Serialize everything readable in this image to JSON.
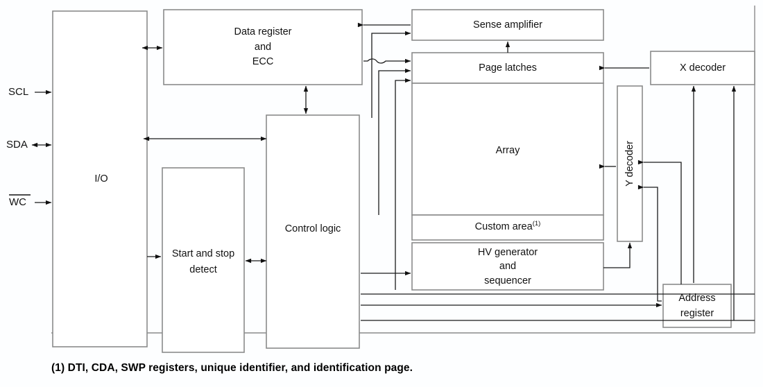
{
  "figure": {
    "type": "block-diagram",
    "title": "Memory device block diagram",
    "caption": "(1) DTI, CDA, SWP registers, unique identifier, and identification page.",
    "footnote_marker": "(1)",
    "colors": {
      "box_border": "#8a8a8a",
      "line": "#1a1a1a",
      "box_fill": "#ffffff",
      "background": "#fdfeff",
      "text": "#111111"
    }
  },
  "signals": [
    {
      "id": "scl",
      "label": "SCL",
      "overline": false,
      "direction": "in"
    },
    {
      "id": "sda",
      "label": "SDA",
      "overline": false,
      "direction": "bidirectional"
    },
    {
      "id": "wc",
      "label": "WC",
      "overline": true,
      "direction": "in"
    }
  ],
  "blocks": {
    "io": {
      "label": "I/O"
    },
    "data_register": {
      "line1": "Data register",
      "line2": "and",
      "line3": "ECC"
    },
    "start_stop": {
      "line1": "Start and stop",
      "line2": "detect"
    },
    "control_logic": {
      "label": "Control logic"
    },
    "sense_amplifier": {
      "label": "Sense amplifier"
    },
    "page_latches": {
      "label": "Page latches"
    },
    "array": {
      "label": "Array"
    },
    "custom_area": {
      "label": "Custom area",
      "superscript": "(1)"
    },
    "hv_generator": {
      "line1": "HV generator",
      "line2": "and",
      "line3": "sequencer"
    },
    "x_decoder": {
      "label": "X decoder"
    },
    "y_decoder": {
      "label": "Y decoder",
      "orientation": "vertical"
    },
    "address_register": {
      "line1": "Address",
      "line2": "register"
    }
  },
  "connections": [
    {
      "from": "scl",
      "to": "io",
      "arrow": "single"
    },
    {
      "from": "sda",
      "to": "io",
      "arrow": "double"
    },
    {
      "from": "wc",
      "to": "io",
      "arrow": "single"
    },
    {
      "from": "io",
      "to": "data_register",
      "arrow": "double"
    },
    {
      "from": "io",
      "to": "control_logic",
      "arrow": "double"
    },
    {
      "from": "io",
      "to": "start_stop",
      "arrow": "single"
    },
    {
      "from": "start_stop",
      "to": "control_logic",
      "arrow": "double"
    },
    {
      "from": "data_register",
      "to": "control_logic",
      "arrow": "double"
    },
    {
      "from": "sense_amplifier",
      "to": "data_register",
      "arrow": "single"
    },
    {
      "from": "control_logic",
      "to": "sense_amplifier",
      "arrow": "single"
    },
    {
      "from": "data_register",
      "to": "page_latches",
      "arrow": "single"
    },
    {
      "from": "control_logic",
      "to": "page_latches",
      "arrow": "single"
    },
    {
      "from": "page_latches",
      "to": "sense_amplifier",
      "arrow": "single"
    },
    {
      "from": "x_decoder",
      "to": "page_latches",
      "arrow": "single"
    },
    {
      "from": "y_decoder",
      "to": "array",
      "arrow": "single"
    },
    {
      "from": "control_logic",
      "to": "hv_generator",
      "arrow": "single"
    },
    {
      "from": "hv_generator",
      "to": "y_decoder",
      "arrow": "single"
    },
    {
      "from": "control_logic",
      "to": "address_register",
      "arrow": "single"
    },
    {
      "from": "address_register",
      "to": "x_decoder",
      "arrow": "single"
    },
    {
      "from": "address_register",
      "to": "y_decoder",
      "arrow": "single"
    }
  ]
}
